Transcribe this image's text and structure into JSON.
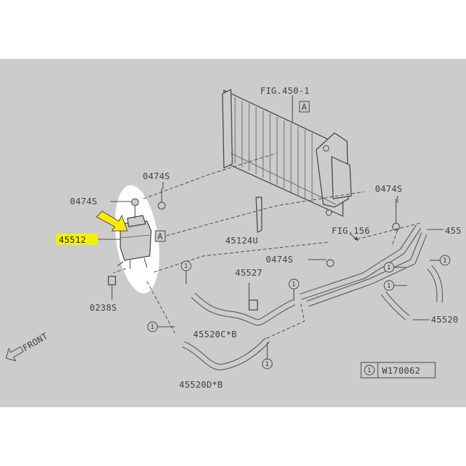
{
  "labels": {
    "fig_450_1": "FIG.450-1",
    "fig_156": "FIG.156",
    "ref_a": "A",
    "clip_0474s": "0474S",
    "bolt_0238s": "0238S",
    "tank_45512": "45512",
    "hose_45124u": "45124U",
    "clamp_45527": "45527",
    "hose_45520c": "45520C*B",
    "hose_45520d": "45520D*B",
    "hose_45520_cut": "45520",
    "item_cut_455": "455",
    "clip_num": "1",
    "legend_code": "W170062",
    "front": "FRONT"
  },
  "colors": {
    "background": "#cbcccb",
    "highlight": "#f4f000",
    "arrow": "#ffea00",
    "ink": "#404040"
  }
}
